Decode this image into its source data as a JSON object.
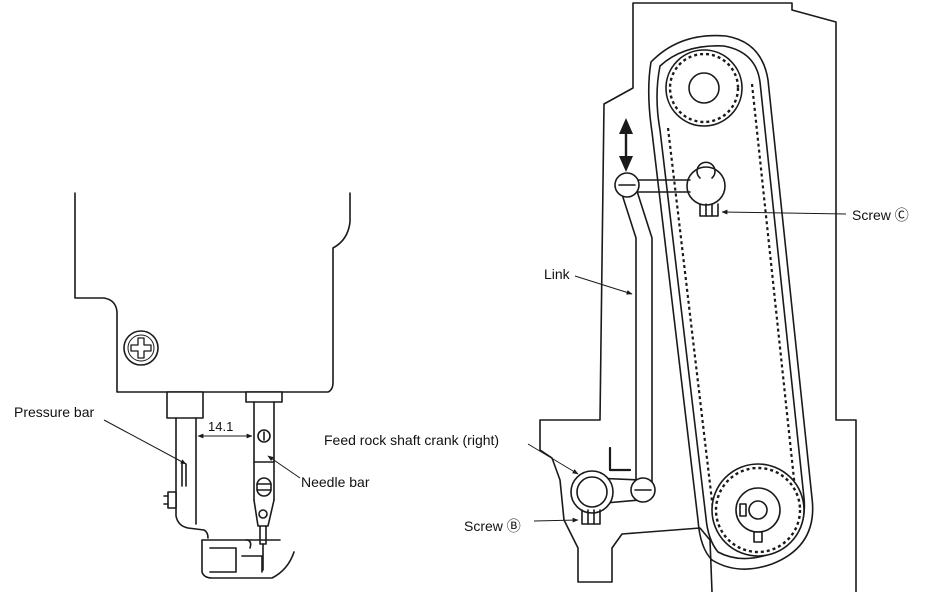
{
  "colors": {
    "line": "#1a1a1a",
    "background": "#ffffff",
    "text": "#111111"
  },
  "left_view": {
    "dimension_value": "14.1",
    "labels": {
      "pressure_bar": "Pressure bar",
      "needle_bar": "Needle bar"
    }
  },
  "right_view": {
    "labels": {
      "screw_c": "Screw Ⓒ",
      "link": "Link",
      "feed_rock_shaft_crank": "Feed rock shaft crank (right)",
      "screw_b": "Screw Ⓑ"
    }
  },
  "icons": [
    "phillips-screw-icon",
    "double-arrow-icon",
    "gear-icon"
  ]
}
